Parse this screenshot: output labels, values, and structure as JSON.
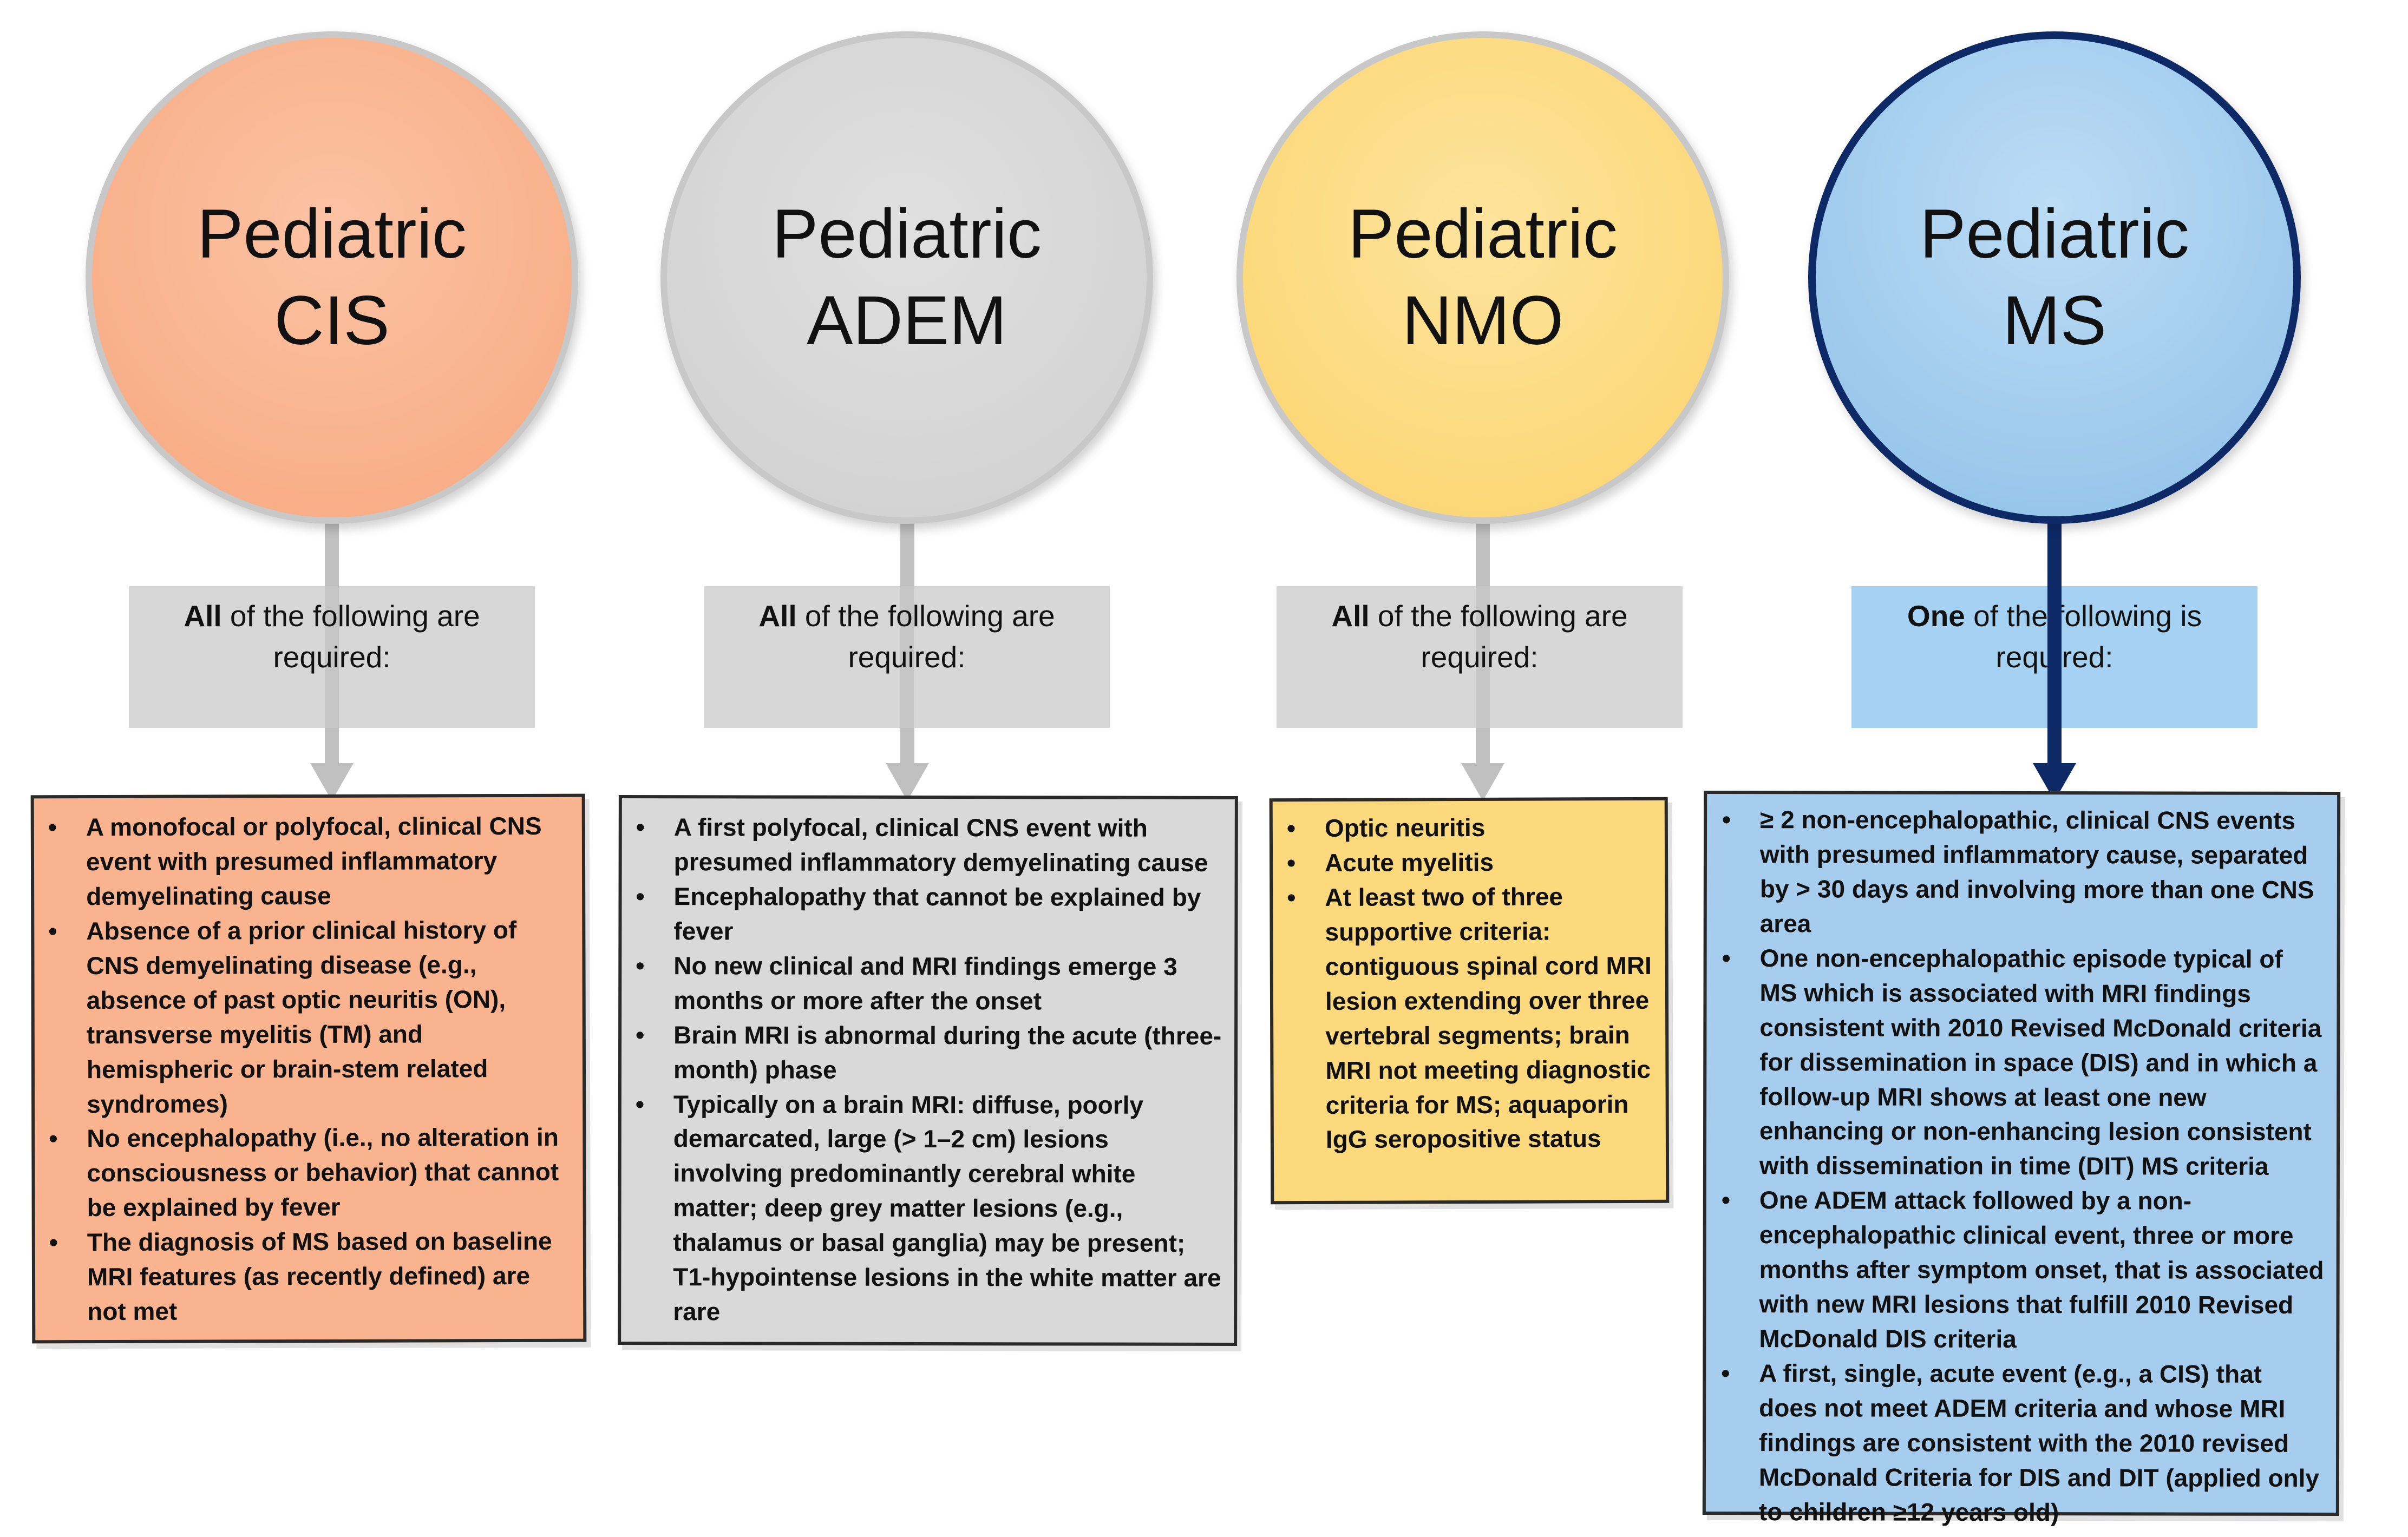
{
  "columns": [
    {
      "key": "cis",
      "circle_line1": "Pediatric",
      "circle_line2": "CIS",
      "requirement_bold": "All",
      "requirement_rest": " of the following are required:",
      "criteria": [
        "A monofocal or polyfocal, clinical CNS event with presumed inflammatory demyelinating cause",
        "Absence of a prior clinical history of CNS demyelinating disease (e.g., absence of past optic neuritis (ON), transverse myelitis (TM) and hemispheric or brain-stem related syndromes)",
        "No encephalopathy (i.e., no alteration in consciousness or behavior) that cannot be explained by fever",
        "The diagnosis of MS based on baseline MRI features (as recently defined) are not met"
      ]
    },
    {
      "key": "adem",
      "circle_line1": "Pediatric",
      "circle_line2": "ADEM",
      "requirement_bold": "All",
      "requirement_rest": " of the following are required:",
      "criteria": [
        "A first polyfocal, clinical CNS event with presumed inflammatory demyelinating cause",
        "Encephalopathy that cannot be explained by fever",
        "No new clinical and MRI findings emerge 3 months or more after the onset",
        "Brain MRI is abnormal during the acute (three-month) phase",
        "Typically on a brain MRI: diffuse, poorly demarcated, large (> 1–2 cm) lesions involving predominantly cerebral white matter; deep grey matter lesions (e.g., thalamus or basal ganglia) may be present; T1-hypointense lesions in the white matter are rare"
      ]
    },
    {
      "key": "nmo",
      "circle_line1": "Pediatric",
      "circle_line2": "NMO",
      "requirement_bold": "All",
      "requirement_rest": " of the following are required:",
      "criteria": [
        "Optic neuritis",
        "Acute myelitis",
        "At least two of three supportive criteria: contiguous spinal cord MRI lesion extending over three vertebral segments; brain MRI not meeting diagnostic criteria for MS; aquaporin IgG seropositive status"
      ]
    },
    {
      "key": "ms",
      "circle_line1": "Pediatric",
      "circle_line2": "MS",
      "requirement_bold": "One",
      "requirement_rest": " of the following is required:",
      "criteria": [
        "≥ 2 non-encephalopathic, clinical CNS events with presumed inflammatory cause, separated by > 30 days and involving more than one CNS area",
        "One non-encephalopathic episode typical of MS which is associated with MRI findings consistent with 2010 Revised McDonald criteria for dissemination in space (DIS) and in which a follow-up MRI shows at least one new enhancing or non-enhancing lesion consistent with dissemination in time (DIT) MS criteria",
        "One ADEM attack followed by a non-encephalopathic clinical event, three or more months after symptom onset, that is associated with new MRI lesions that fulfill 2010 Revised McDonald DIS criteria",
        "A first, single, acute event (e.g., a CIS) that does not meet ADEM criteria and whose MRI findings are consistent with the 2010 revised McDonald Criteria for DIS and DIT (applied only to children ≥12 years old)"
      ]
    }
  ],
  "colors": {
    "cis_fill": "#f9b48f",
    "cis_card": "#f9b48f",
    "adem_fill": "#d6d6d6",
    "adem_card": "#d9d9d9",
    "nmo_fill": "#fcd97c",
    "nmo_card": "#fdd97e",
    "ms_fill": "#a5cbeb",
    "ms_card": "#a7cdee",
    "ms_border": "#0d2966",
    "neutral_border": "#c8c8c8",
    "req_box_grey": "#d9d9d9",
    "req_box_blue": "#9fccf0",
    "connector_grey": "#c0c0c0",
    "connector_blue": "#0d2966"
  }
}
